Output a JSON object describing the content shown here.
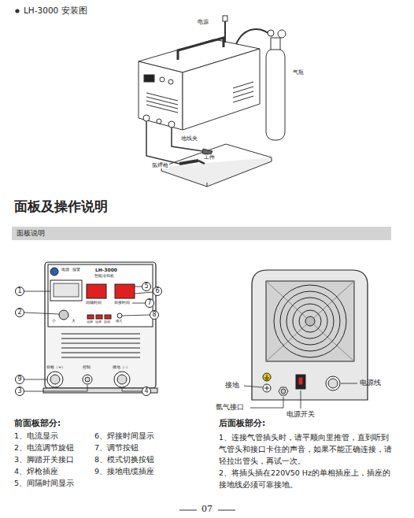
{
  "diagram": {
    "title": "面板及操作说明",
    "nodes": [
      {
        "text": [
          "面板说明"
        ]
      },
      {
        "text": [
          "1"
        ]
      },
      {
        "text": [
          "2"
        ]
      },
      {
        "text": [
          "3"
        ]
      },
      {
        "text": [
          "4"
        ]
      },
      {
        "text": [
          "5"
        ]
      },
      {
        "text": [
          "6"
        ]
      },
      {
        "text": [
          "7"
        ]
      },
      {
        "text": [
          "8"
        ]
      },
      {
        "text": [
          "9"
        ]
      }
    ],
    "labels": [
      "LH-3000 安装图",
      "电源",
      "气瓶",
      "地线夹",
      "工件",
      "氩焊枪",
      "电源",
      "报警",
      "LH-3000",
      "智能冷焊机",
      "间隔时间",
      "焊接时间",
      "点焊",
      "连焊",
      "自动",
      "模式",
      "小",
      "大",
      "焊枪（+）",
      "控制",
      "接地（-）",
      "前面板部分:",
      "1、电流显示",
      "2、电流调节旋钮",
      "3、脚踏开关接口",
      "4、焊枪插座",
      "5、间隔时间显示",
      "6、焊接时间显示",
      "7、调节按钮",
      "8、模式切换按钮",
      "9、接地电缆插座",
      "接地",
      "氩气接口",
      "电源开关",
      "电源线",
      "后面板部分:",
      "1、连接气管插头时，请平顺向里推管，直到听到气管头和接口卡住的声音，如果不能正确连接，请轻拉出管头，再试一次。",
      "2、将插头插在220V50 Hz的单相插座上，插座的接地线必须可靠接地。",
      "07"
    ]
  }
}
